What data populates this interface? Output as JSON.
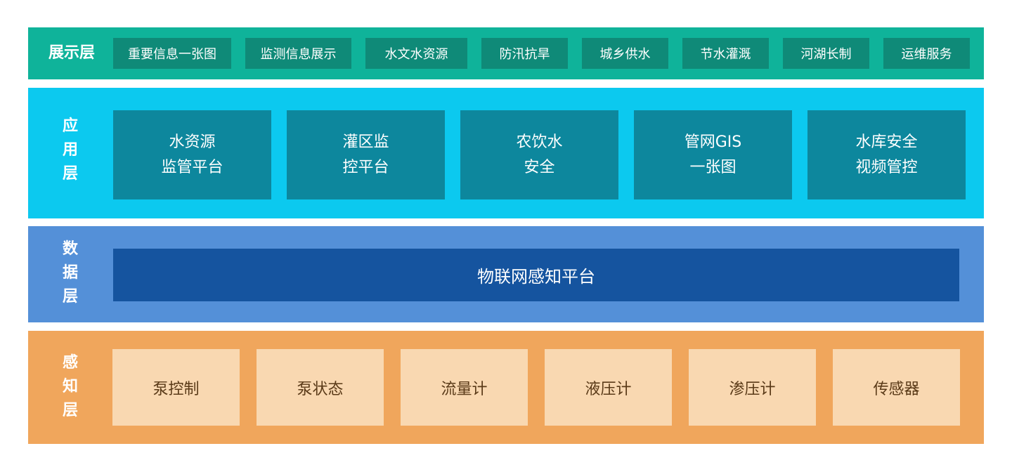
{
  "presentation_layer": {
    "label": "展示层",
    "items": [
      "重要信息一张图",
      "监测信息展示",
      "水文水资源",
      "防汛抗旱",
      "城乡供水",
      "节水灌溉",
      "河湖长制",
      "运维服务"
    ]
  },
  "application_layer": {
    "label": [
      "应",
      "用",
      "层"
    ],
    "items": [
      {
        "line1": "水资源",
        "line2": "监管平台"
      },
      {
        "line1": "灌区监",
        "line2": "控平台"
      },
      {
        "line1": "农饮水",
        "line2": "安全"
      },
      {
        "line1": "管网GIS",
        "line2": "一张图"
      },
      {
        "line1": "水库安全",
        "line2": "视频管控"
      }
    ]
  },
  "data_layer": {
    "label": [
      "数",
      "据",
      "层"
    ],
    "platform": "物联网感知平台"
  },
  "perception_layer": {
    "label": [
      "感",
      "知",
      "层"
    ],
    "items": [
      "泵控制",
      "泵状态",
      "流量计",
      "液压计",
      "渗压计",
      "传感器"
    ]
  },
  "colors": {
    "presentation_bg": "#0fb39a",
    "presentation_box": "#0f8a78",
    "application_bg": "#0cc9ef",
    "application_box": "#0d879d",
    "data_bg": "#5490d8",
    "data_box": "#15549f",
    "perception_bg": "#f0a65c",
    "perception_box": "#f9d8b1"
  }
}
